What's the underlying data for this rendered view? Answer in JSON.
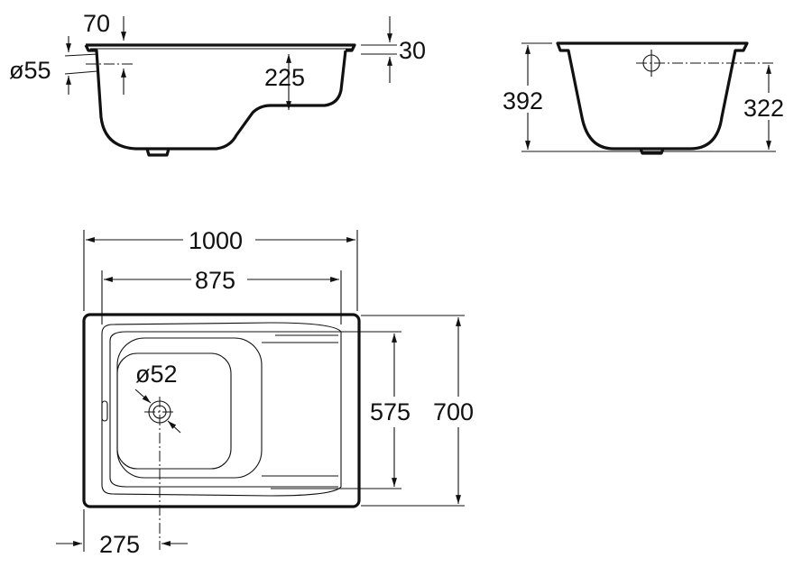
{
  "title": "Bathtub dimension drawing",
  "side_view": {
    "rim_offset": "70",
    "rim_thickness": "30",
    "overflow_diameter": "ø55",
    "overflow_height": "225"
  },
  "end_view": {
    "total_height": "392",
    "overflow_height": "322"
  },
  "plan_view": {
    "length": "1000",
    "inner_length": "875",
    "drain_diameter": "ø52",
    "inner_width": "575",
    "width": "700",
    "drain_offset": "275"
  }
}
